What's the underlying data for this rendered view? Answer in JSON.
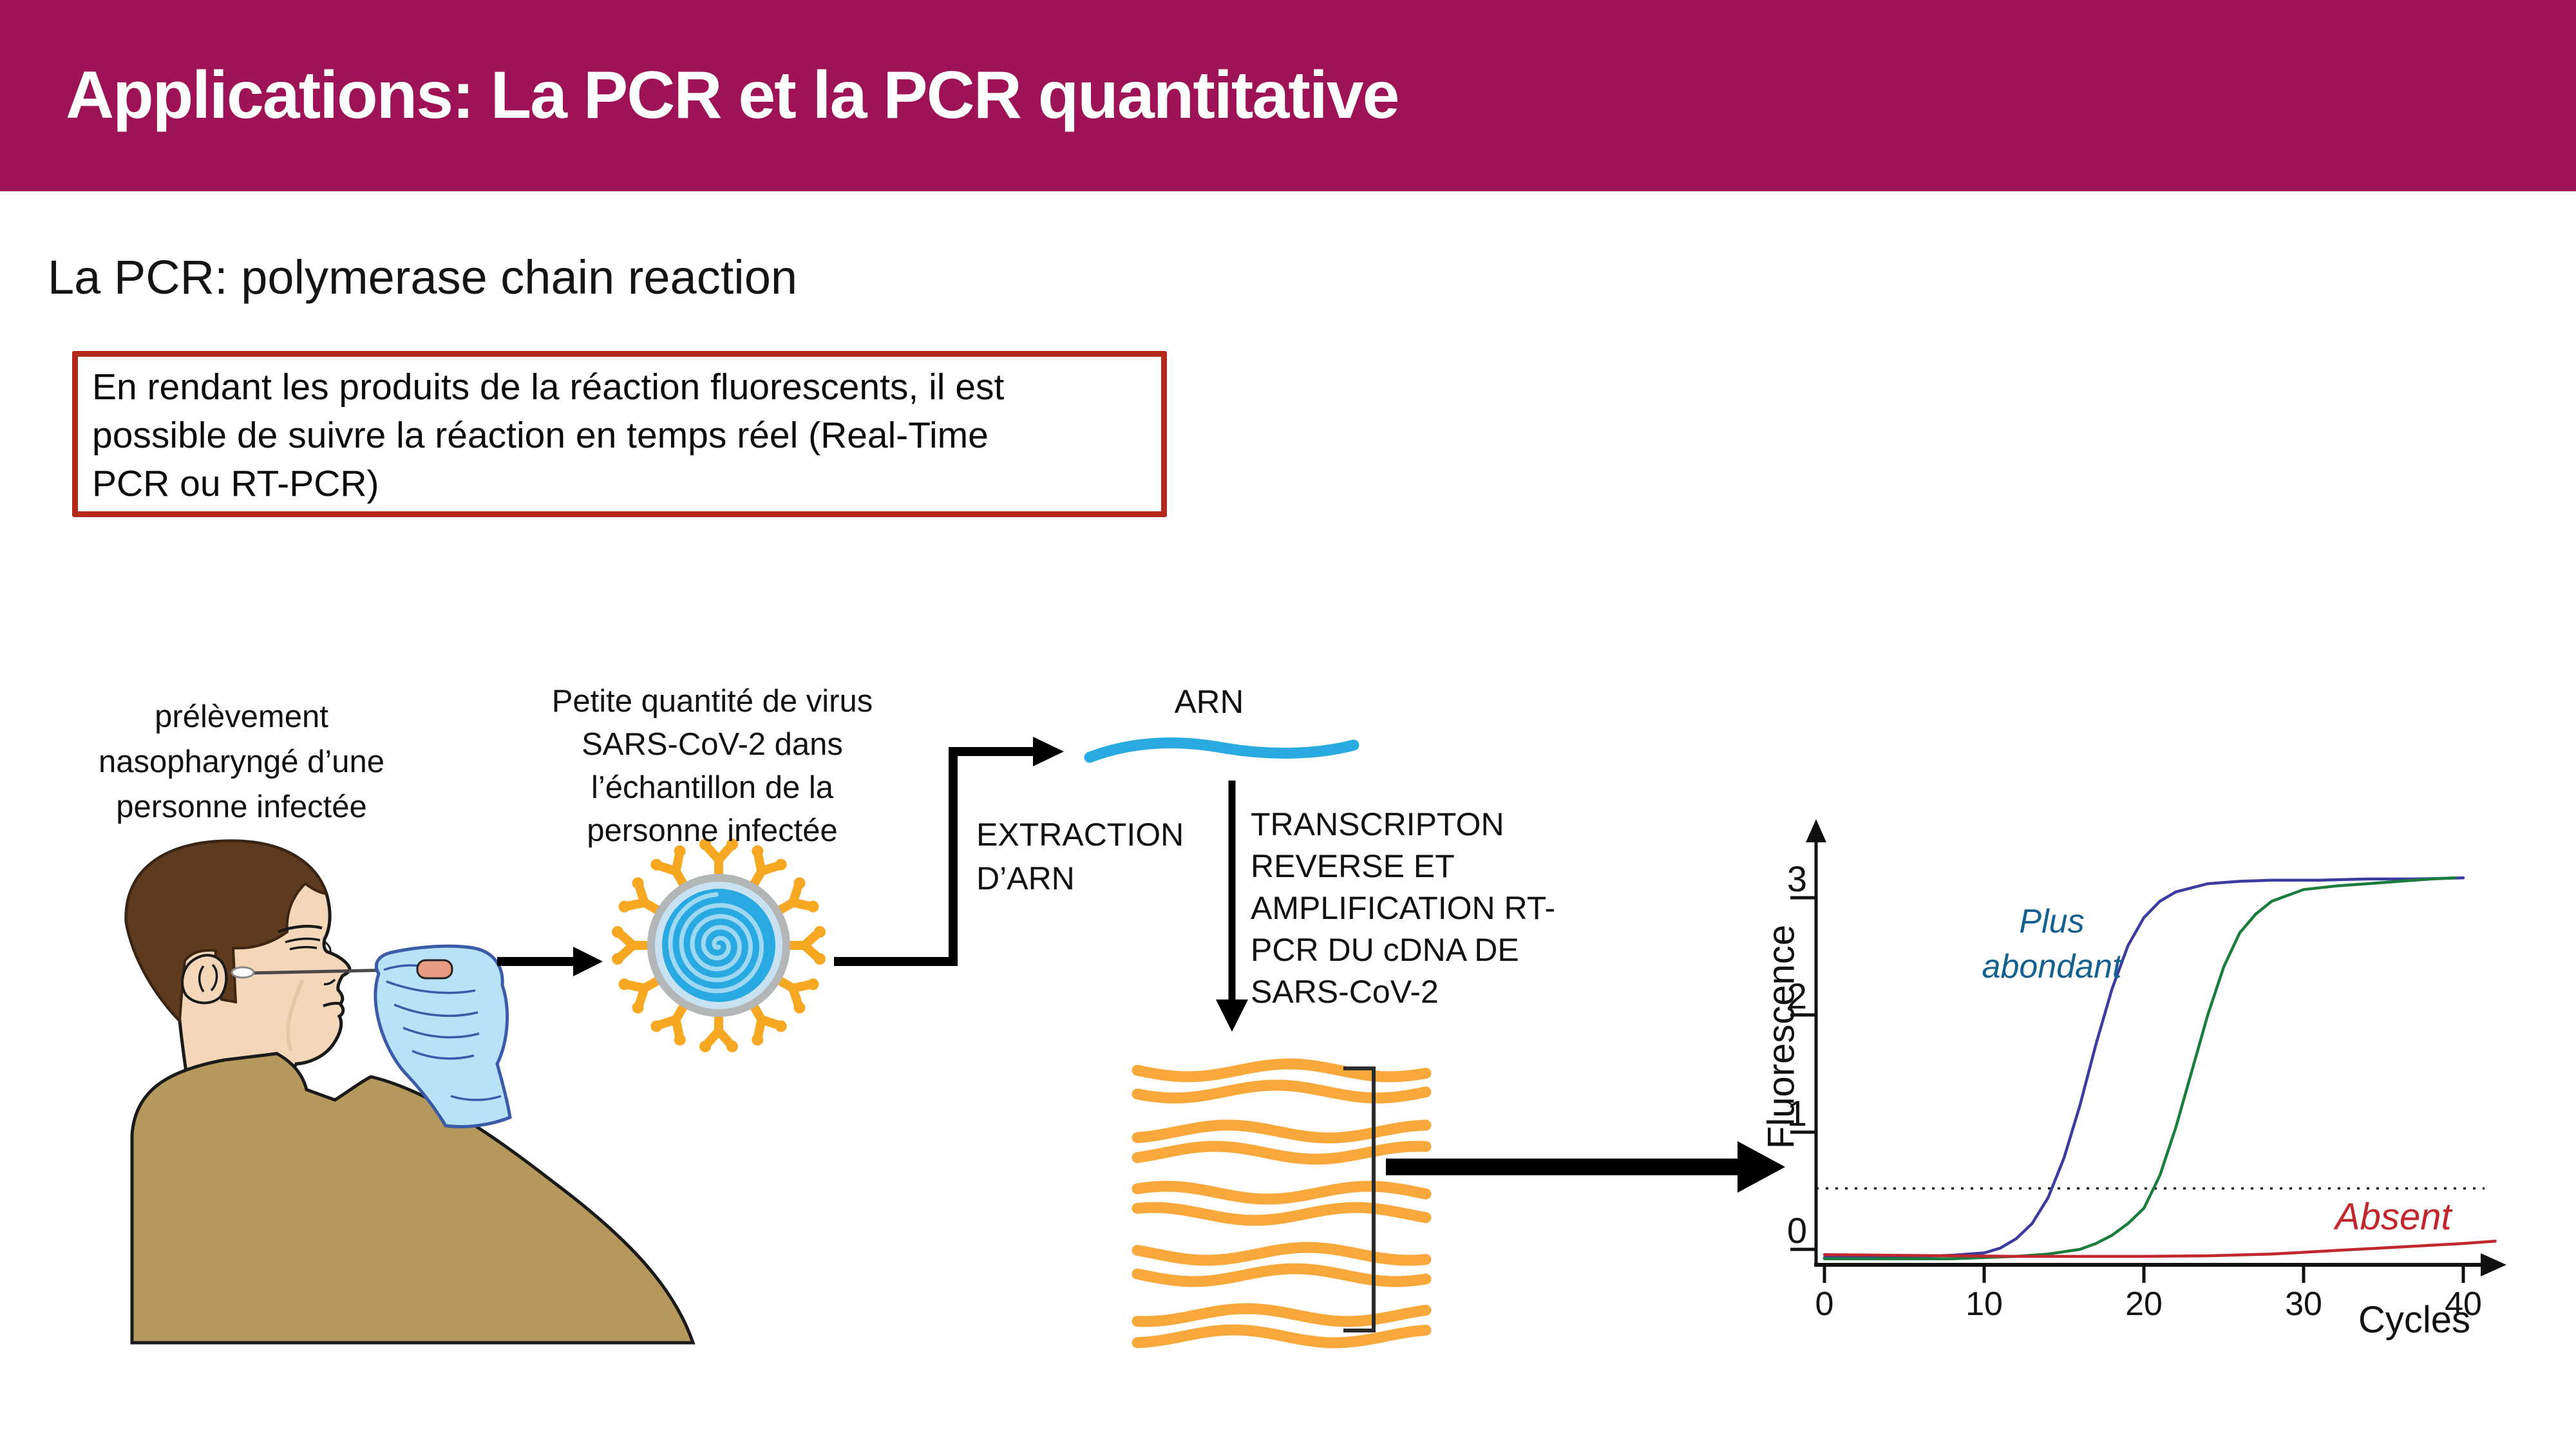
{
  "banner": {
    "title": "Applications: La PCR et la PCR quantitative"
  },
  "heading": "La PCR: polymerase chain reaction",
  "callout": {
    "lines": [
      "En rendant les produits de la réaction fluorescents, il est",
      "possible de suivre la réaction en temps réel (Real-Time",
      "PCR ou RT-PCR)"
    ]
  },
  "diagram": {
    "swab_label": [
      "prélèvement",
      "nasopharyngé d’une",
      "personne infectée"
    ],
    "virus_label": [
      "Petite quantité de virus",
      "SARS-CoV-2 dans",
      "l’échantillon de la",
      "personne infectée"
    ],
    "arn_label": "ARN",
    "extraction_label": [
      "EXTRACTION",
      "D’ARN"
    ],
    "rt_label": [
      "TRANSCRIPTON",
      "REVERSE ET",
      "AMPLIFICATION RT-",
      "PCR DU cDNA DE",
      "SARS-CoV-2"
    ]
  },
  "chart_data": {
    "type": "line",
    "title": "",
    "xlabel": "Cycles",
    "ylabel": "Fluorescence",
    "xlim": [
      0,
      44
    ],
    "ylim": [
      -0.35,
      3.55
    ],
    "xticks": [
      0,
      10,
      20,
      30,
      40
    ],
    "yticks": [
      0,
      1,
      2,
      3
    ],
    "grid": false,
    "legend": "none",
    "threshold": {
      "y": 0.52,
      "style": "dotted",
      "color": "#111111"
    },
    "annotations": [
      {
        "lines": [
          "Plus",
          "abondant"
        ],
        "text": "Plus abondant",
        "color": "#15608F",
        "target": "blue-curve"
      },
      {
        "text": "Absent",
        "color": "#C1272D",
        "target": "red-curve"
      }
    ],
    "series": [
      {
        "name": "Plus abondant",
        "color": "#3B3BA0",
        "x": [
          0,
          2,
          4,
          6,
          8,
          10,
          11,
          12,
          13,
          14,
          15,
          16,
          17,
          18,
          19,
          20,
          21,
          22,
          24,
          26,
          28,
          31,
          34,
          37,
          40
        ],
        "y": [
          -0.07,
          -0.07,
          -0.07,
          -0.06,
          -0.05,
          -0.03,
          0.01,
          0.09,
          0.22,
          0.44,
          0.78,
          1.23,
          1.75,
          2.22,
          2.59,
          2.83,
          2.97,
          3.05,
          3.12,
          3.14,
          3.15,
          3.15,
          3.16,
          3.16,
          3.17
        ]
      },
      {
        "name": "",
        "color": "#1B7D3C",
        "x": [
          0,
          2,
          4,
          6,
          8,
          10,
          12,
          14,
          16,
          17,
          18,
          19,
          20,
          21,
          22,
          23,
          24,
          25,
          26,
          27,
          28,
          30,
          32,
          34,
          36,
          38,
          39.5
        ],
        "y": [
          -0.08,
          -0.08,
          -0.08,
          -0.08,
          -0.08,
          -0.07,
          -0.06,
          -0.04,
          0.0,
          0.05,
          0.12,
          0.22,
          0.35,
          0.63,
          1.04,
          1.52,
          2.0,
          2.41,
          2.7,
          2.86,
          2.97,
          3.07,
          3.1,
          3.12,
          3.14,
          3.16,
          3.17
        ]
      },
      {
        "name": "Absent",
        "color": "#C1272D",
        "x": [
          0,
          4,
          8,
          12,
          16,
          20,
          24,
          28,
          32,
          36,
          40,
          42
        ],
        "y": [
          -0.045,
          -0.05,
          -0.055,
          -0.06,
          -0.06,
          -0.06,
          -0.055,
          -0.04,
          -0.01,
          0.02,
          0.05,
          0.07
        ]
      }
    ]
  },
  "theme": {
    "banner_bg": "#9D1356",
    "banner_text": "#FFFFFF",
    "callout_border": "#B5291C",
    "ink": "#111111",
    "arn_blue": "#29ABE2",
    "dna_orange": "#F9A83C",
    "virus_spike": "#F7A823",
    "virus_ring": "#B2B6B6",
    "virus_inner_ring": "#C8E2F2",
    "virus_core": "#29A9E1",
    "virus_spiral": "#9FD8F2",
    "skin": "#F4D6B8",
    "hair": "#5E3A1F",
    "shirt": "#B5985C",
    "glove": "#B8E2F8",
    "swab_cap": "#E79C82"
  }
}
